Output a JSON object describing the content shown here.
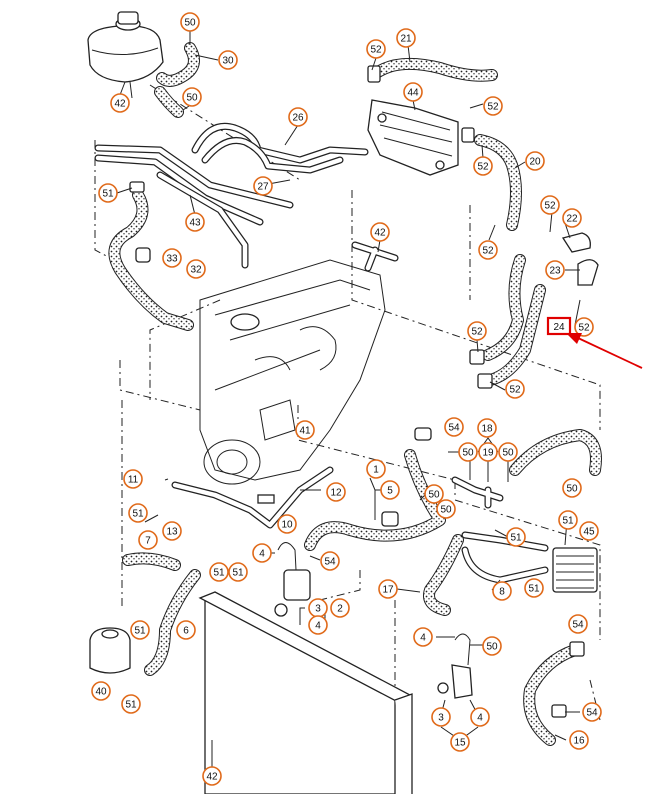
{
  "callouts": [
    {
      "id": "c1",
      "label": "50"
    },
    {
      "id": "c2",
      "label": "30"
    },
    {
      "id": "c3",
      "label": "42"
    },
    {
      "id": "c4",
      "label": "50"
    },
    {
      "id": "c5",
      "label": "26"
    },
    {
      "id": "c6",
      "label": "27"
    },
    {
      "id": "c7",
      "label": "51"
    },
    {
      "id": "c8",
      "label": "43"
    },
    {
      "id": "c9",
      "label": "33"
    },
    {
      "id": "c10",
      "label": "32"
    },
    {
      "id": "c11",
      "label": "52"
    },
    {
      "id": "c12",
      "label": "21"
    },
    {
      "id": "c13",
      "label": "44"
    },
    {
      "id": "c14",
      "label": "52"
    },
    {
      "id": "c15",
      "label": "52"
    },
    {
      "id": "c16",
      "label": "20"
    },
    {
      "id": "c17",
      "label": "52"
    },
    {
      "id": "c18",
      "label": "42"
    },
    {
      "id": "c19",
      "label": "52"
    },
    {
      "id": "c20",
      "label": "22"
    },
    {
      "id": "c21",
      "label": "23"
    },
    {
      "id": "c22",
      "label": "52"
    },
    {
      "id": "c23",
      "label": "52"
    },
    {
      "id": "c24",
      "label": "52"
    },
    {
      "id": "c25",
      "label": "41"
    },
    {
      "id": "c26",
      "label": "54"
    },
    {
      "id": "c27",
      "label": "18"
    },
    {
      "id": "c28",
      "label": "50"
    },
    {
      "id": "c29",
      "label": "19"
    },
    {
      "id": "c30",
      "label": "50"
    },
    {
      "id": "c31",
      "label": "50"
    },
    {
      "id": "c32",
      "label": "11"
    },
    {
      "id": "c33",
      "label": "1"
    },
    {
      "id": "c34",
      "label": "5"
    },
    {
      "id": "c35",
      "label": "12"
    },
    {
      "id": "c36",
      "label": "50"
    },
    {
      "id": "c37",
      "label": "50"
    },
    {
      "id": "c38",
      "label": "51"
    },
    {
      "id": "c39",
      "label": "13"
    },
    {
      "id": "c40",
      "label": "10"
    },
    {
      "id": "c41",
      "label": "51"
    },
    {
      "id": "c42",
      "label": "45"
    },
    {
      "id": "c43",
      "label": "7"
    },
    {
      "id": "c44",
      "label": "4"
    },
    {
      "id": "c45",
      "label": "54"
    },
    {
      "id": "c46",
      "label": "51"
    },
    {
      "id": "c47",
      "label": "51"
    },
    {
      "id": "c48",
      "label": "51"
    },
    {
      "id": "c49",
      "label": "17"
    },
    {
      "id": "c50",
      "label": "8"
    },
    {
      "id": "c51",
      "label": "51"
    },
    {
      "id": "c52",
      "label": "6"
    },
    {
      "id": "c53",
      "label": "51"
    },
    {
      "id": "c54",
      "label": "3"
    },
    {
      "id": "c55",
      "label": "2"
    },
    {
      "id": "c56",
      "label": "4"
    },
    {
      "id": "c57",
      "label": "54"
    },
    {
      "id": "c58",
      "label": "4"
    },
    {
      "id": "c59",
      "label": "50"
    },
    {
      "id": "c60",
      "label": "40"
    },
    {
      "id": "c61",
      "label": "51"
    },
    {
      "id": "c62",
      "label": "54"
    },
    {
      "id": "c63",
      "label": "3"
    },
    {
      "id": "c64",
      "label": "4"
    },
    {
      "id": "c65",
      "label": "15"
    },
    {
      "id": "c66",
      "label": "16"
    },
    {
      "id": "c67",
      "label": "42"
    }
  ],
  "highlight": {
    "label": "24",
    "color": "#e00000"
  },
  "colors": {
    "callout_ring": "#e06a1a",
    "ink": "#222222",
    "arrow": "#e00000"
  }
}
